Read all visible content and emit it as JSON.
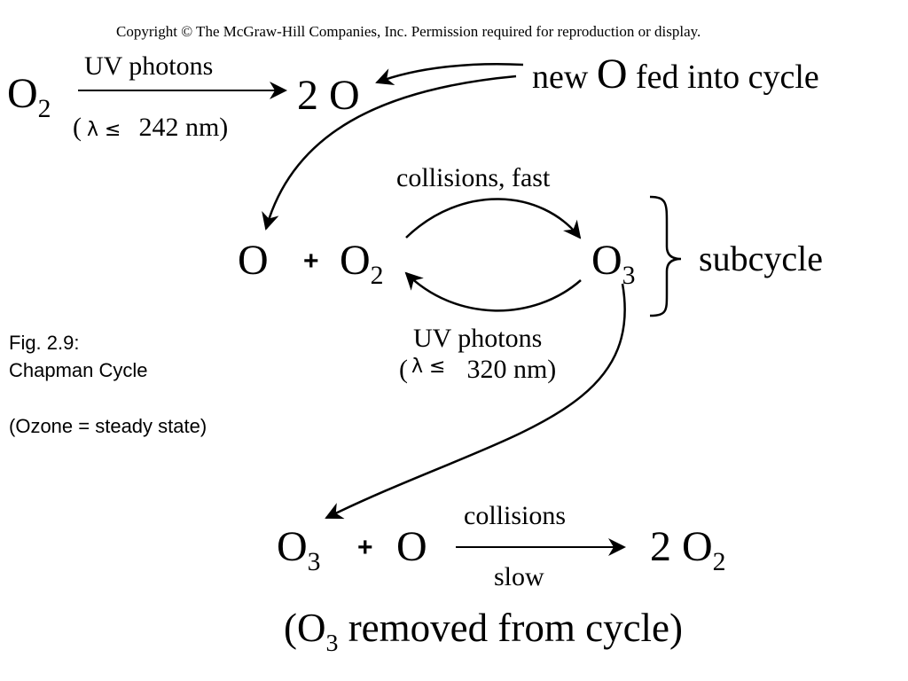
{
  "copyright": "Copyright © The McGraw-Hill Companies, Inc. Permission required for reproduction or display.",
  "top_reaction": {
    "reactant": "O",
    "reactant_sub": "2",
    "arrow_label": "UV photons",
    "condition_open": "(",
    "condition_lambda": "λ ≤",
    "condition_value": "242 nm)",
    "product": "2 O"
  },
  "new_o": {
    "pre": "new ",
    "o": "O",
    "post": " fed into cycle"
  },
  "subcycle": {
    "left_o": "O",
    "plus": "+",
    "o2": "O",
    "o2_sub": "2",
    "top_label": "collisions, fast",
    "o3": "O",
    "o3_sub": "3",
    "brace_label": "subcycle",
    "bottom_label": "UV photons",
    "bottom_open": "(",
    "bottom_lambda": "λ ≤",
    "bottom_value": "320 nm)"
  },
  "fig": {
    "line1": "Fig. 2.9:",
    "line2": "Chapman Cycle",
    "note": "(Ozone = steady state)"
  },
  "bottom_reaction": {
    "o3": "O",
    "o3_sub": "3",
    "plus": "+",
    "o": "O",
    "arrow_top": "collisions",
    "arrow_bottom": "slow",
    "product": "2 O",
    "product_sub": "2"
  },
  "removed": {
    "open": "(O",
    "sub": "3",
    "rest": " removed from cycle)"
  }
}
